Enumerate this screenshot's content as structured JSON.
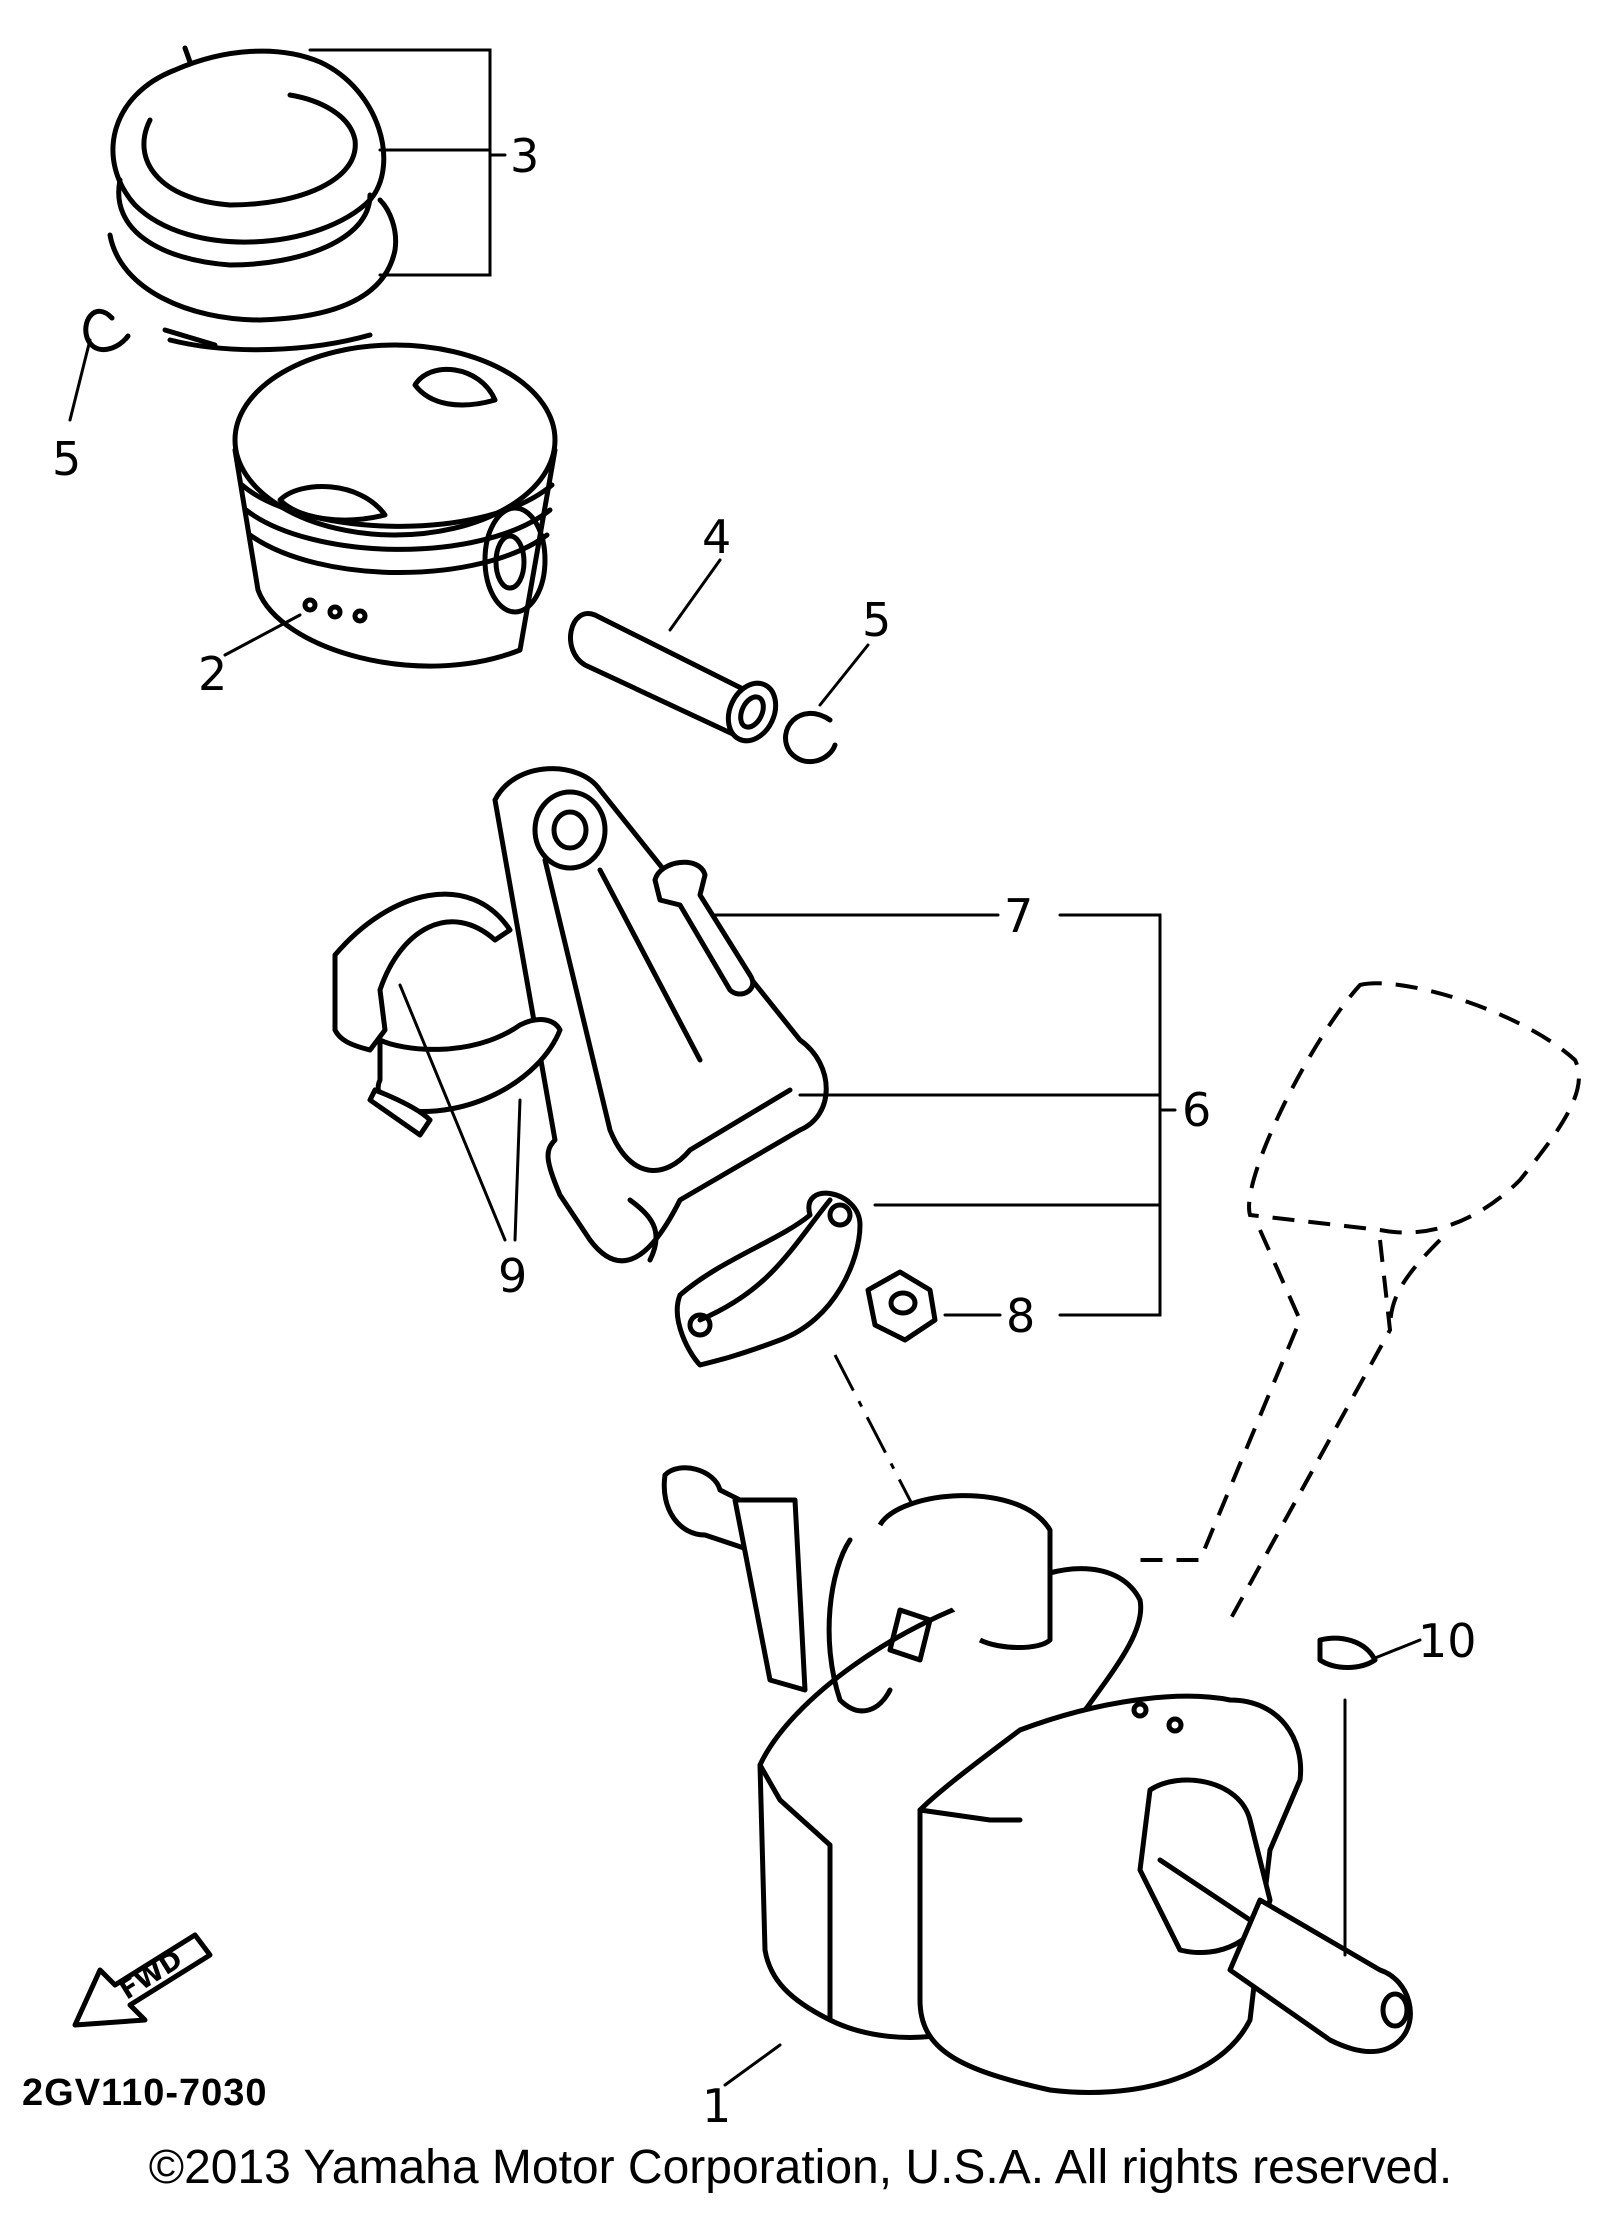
{
  "diagram": {
    "callouts": [
      {
        "id": "c3",
        "text": "3"
      },
      {
        "id": "c5a",
        "text": "5"
      },
      {
        "id": "c4",
        "text": "4"
      },
      {
        "id": "c5b",
        "text": "5"
      },
      {
        "id": "c2",
        "text": "2"
      },
      {
        "id": "c7",
        "text": "7"
      },
      {
        "id": "c6",
        "text": "6"
      },
      {
        "id": "c9",
        "text": "9"
      },
      {
        "id": "c8",
        "text": "8"
      },
      {
        "id": "c10",
        "text": "10"
      },
      {
        "id": "c1",
        "text": "1"
      }
    ],
    "fwd_text": "FWD",
    "part_code": "2GV110-7030",
    "copyright": "©2013 Yamaha Motor Corporation, U.S.A. All rights reserved."
  }
}
